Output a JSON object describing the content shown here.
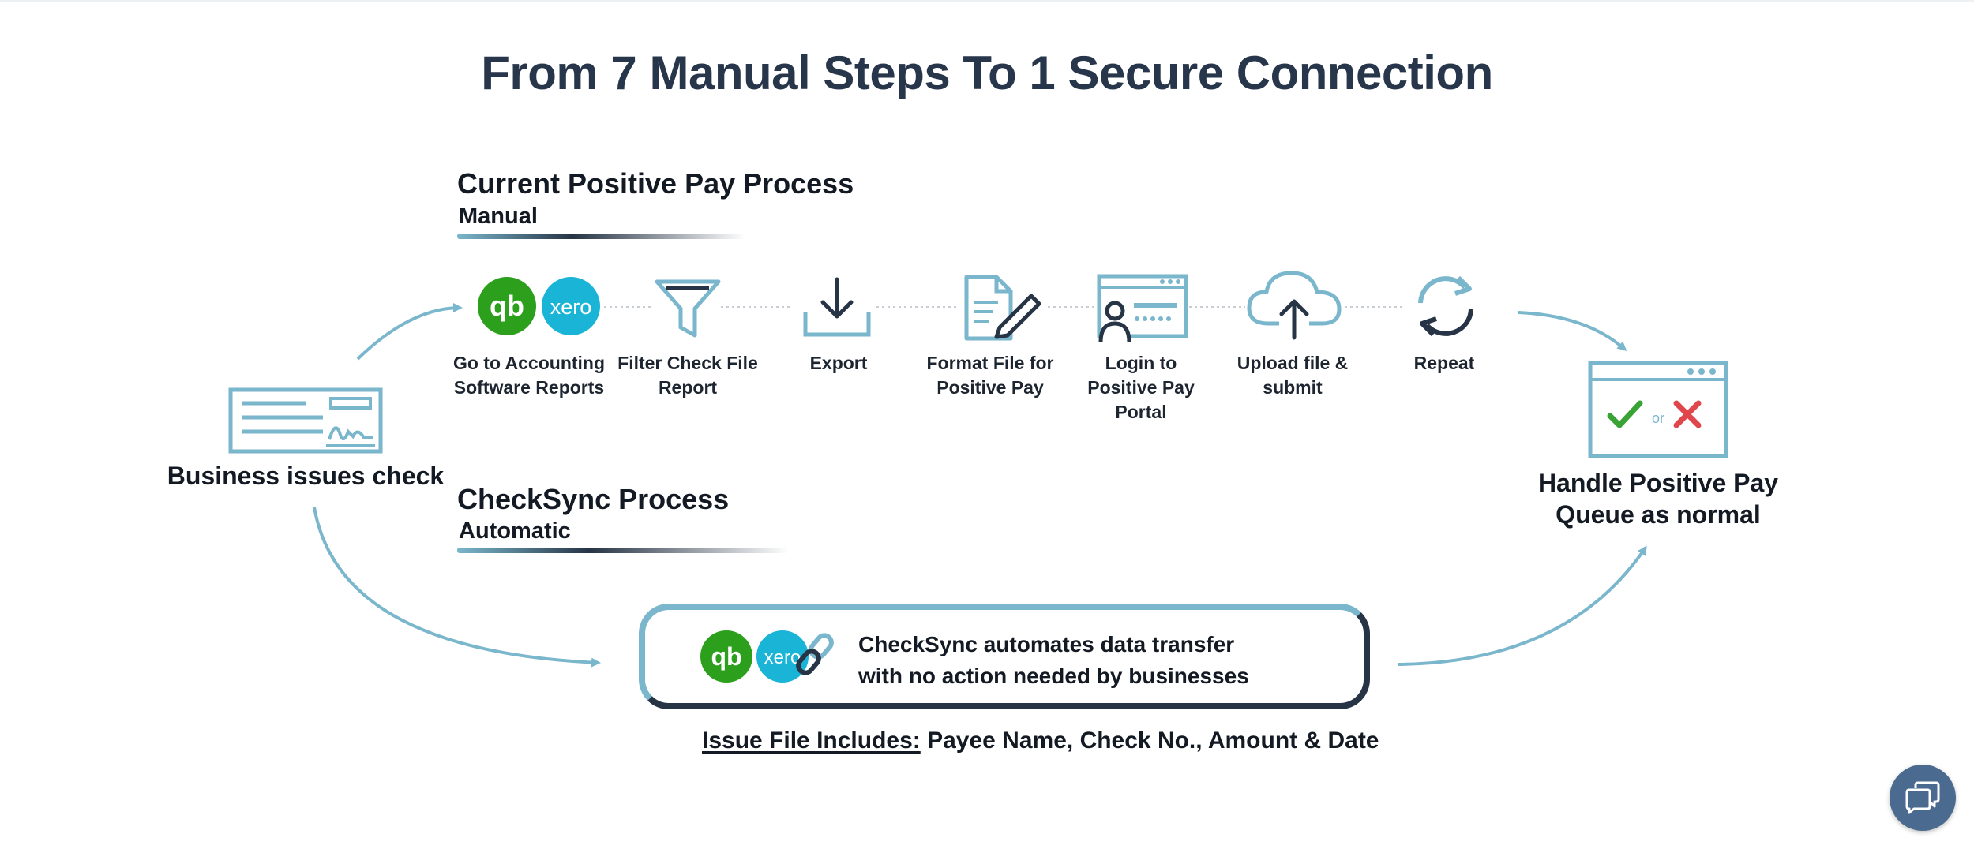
{
  "page_title": "From 7 Manual Steps To 1 Secure Connection",
  "manual": {
    "title": "Current Positive Pay Process",
    "subtitle": "Manual",
    "steps": [
      {
        "label_line1": "Go to Accounting",
        "label_line2": "Software Reports",
        "label_line3": "",
        "icon": "quickbooks-xero-logos"
      },
      {
        "label_line1": "Filter Check File",
        "label_line2": "Report",
        "label_line3": "",
        "icon": "funnel-icon"
      },
      {
        "label_line1": "Export",
        "label_line2": "",
        "label_line3": "",
        "icon": "download-icon"
      },
      {
        "label_line1": "Format File for",
        "label_line2": "Positive Pay",
        "label_line3": "",
        "icon": "document-edit-icon"
      },
      {
        "label_line1": "Login to",
        "label_line2": "Positive Pay",
        "label_line3": "Portal",
        "icon": "login-portal-icon"
      },
      {
        "label_line1": "Upload file &",
        "label_line2": "submit",
        "label_line3": "",
        "icon": "cloud-upload-icon"
      },
      {
        "label_line1": "Repeat",
        "label_line2": "",
        "label_line3": "",
        "icon": "repeat-icon"
      }
    ]
  },
  "automatic": {
    "title": "CheckSync Process",
    "subtitle": "Automatic",
    "box_line1": "CheckSync automates data transfer",
    "box_line2": "with no action needed by businesses",
    "issue_label": "Issue File Includes:",
    "issue_fields": " Payee Name, Check No., Amount & Date"
  },
  "start": {
    "label": "Business issues check",
    "icon": "check-icon"
  },
  "end": {
    "label_line1": "Handle Positive Pay",
    "label_line2": "Queue as normal",
    "or_text": "or",
    "icon": "approve-reject-window-icon"
  },
  "logos": {
    "quickbooks": "qb",
    "xero": "xero"
  },
  "chat": {
    "icon": "chat-icon"
  },
  "colors": {
    "title": "#27364a",
    "accent_blue": "#7ab6cc",
    "dark_navy": "#263445",
    "qb_green": "#2ca01c",
    "xero_blue": "#1ab4d7",
    "check_green": "#3aa335",
    "reject_red": "#e0474c"
  }
}
